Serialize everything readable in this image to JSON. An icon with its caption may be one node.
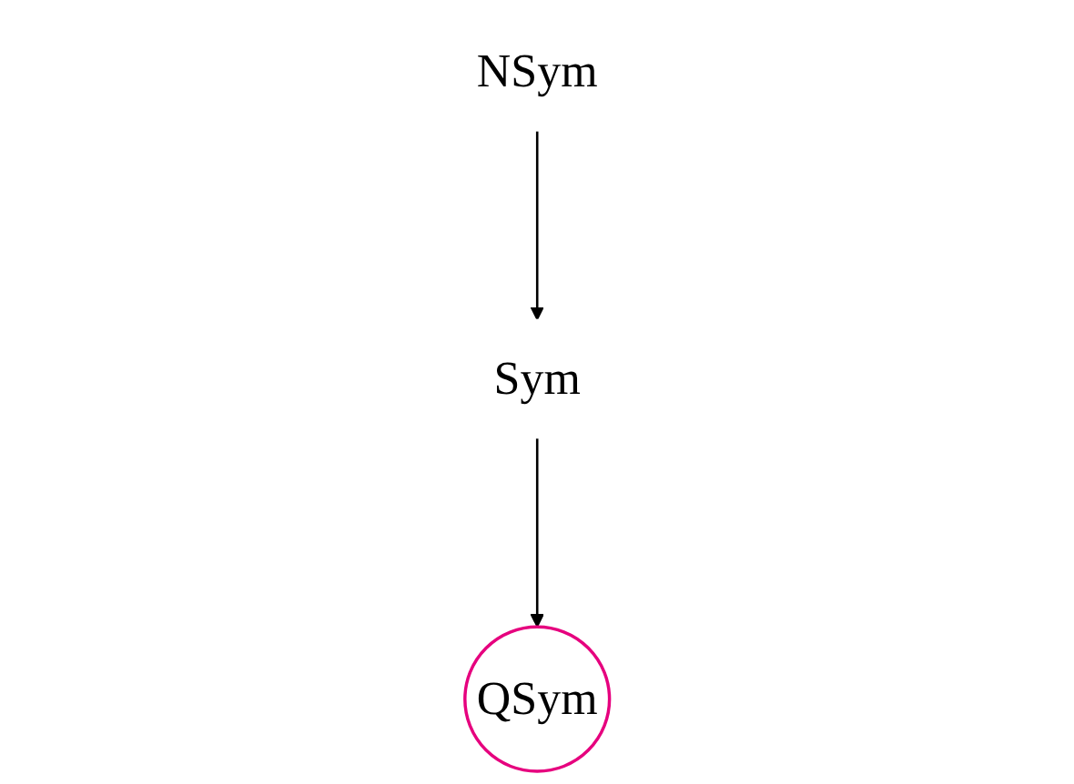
{
  "diagram": {
    "nodes": [
      {
        "text": [
          "NSym"
        ]
      },
      {
        "text": [
          "Sym"
        ]
      },
      {
        "text": [
          "QSym"
        ]
      }
    ],
    "edges": [
      {
        "from": 0,
        "to": 1,
        "arrow": "to"
      },
      {
        "from": 1,
        "to": 2,
        "arrow": "to"
      }
    ]
  }
}
